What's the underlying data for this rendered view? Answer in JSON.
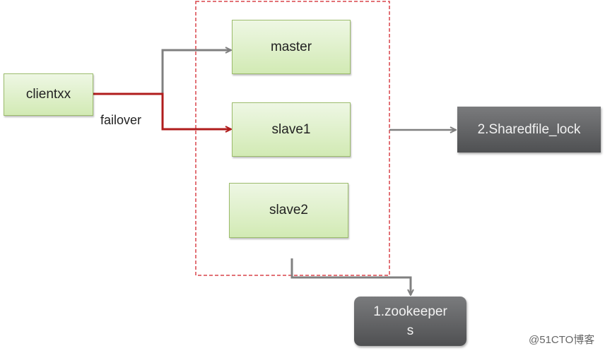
{
  "nodes": {
    "client": "clientxx",
    "master": "master",
    "slave1": "slave1",
    "slave2": "slave2",
    "sharedfile": "2.Sharedfile_lock",
    "zookeeper_line1": "1.zookeeper",
    "zookeeper_line2": "s"
  },
  "edge_label": "failover",
  "watermark": "@51CTO博客",
  "colors": {
    "failover": "#b01c1c",
    "normal": "#808080",
    "group_border": "#d9434a"
  }
}
